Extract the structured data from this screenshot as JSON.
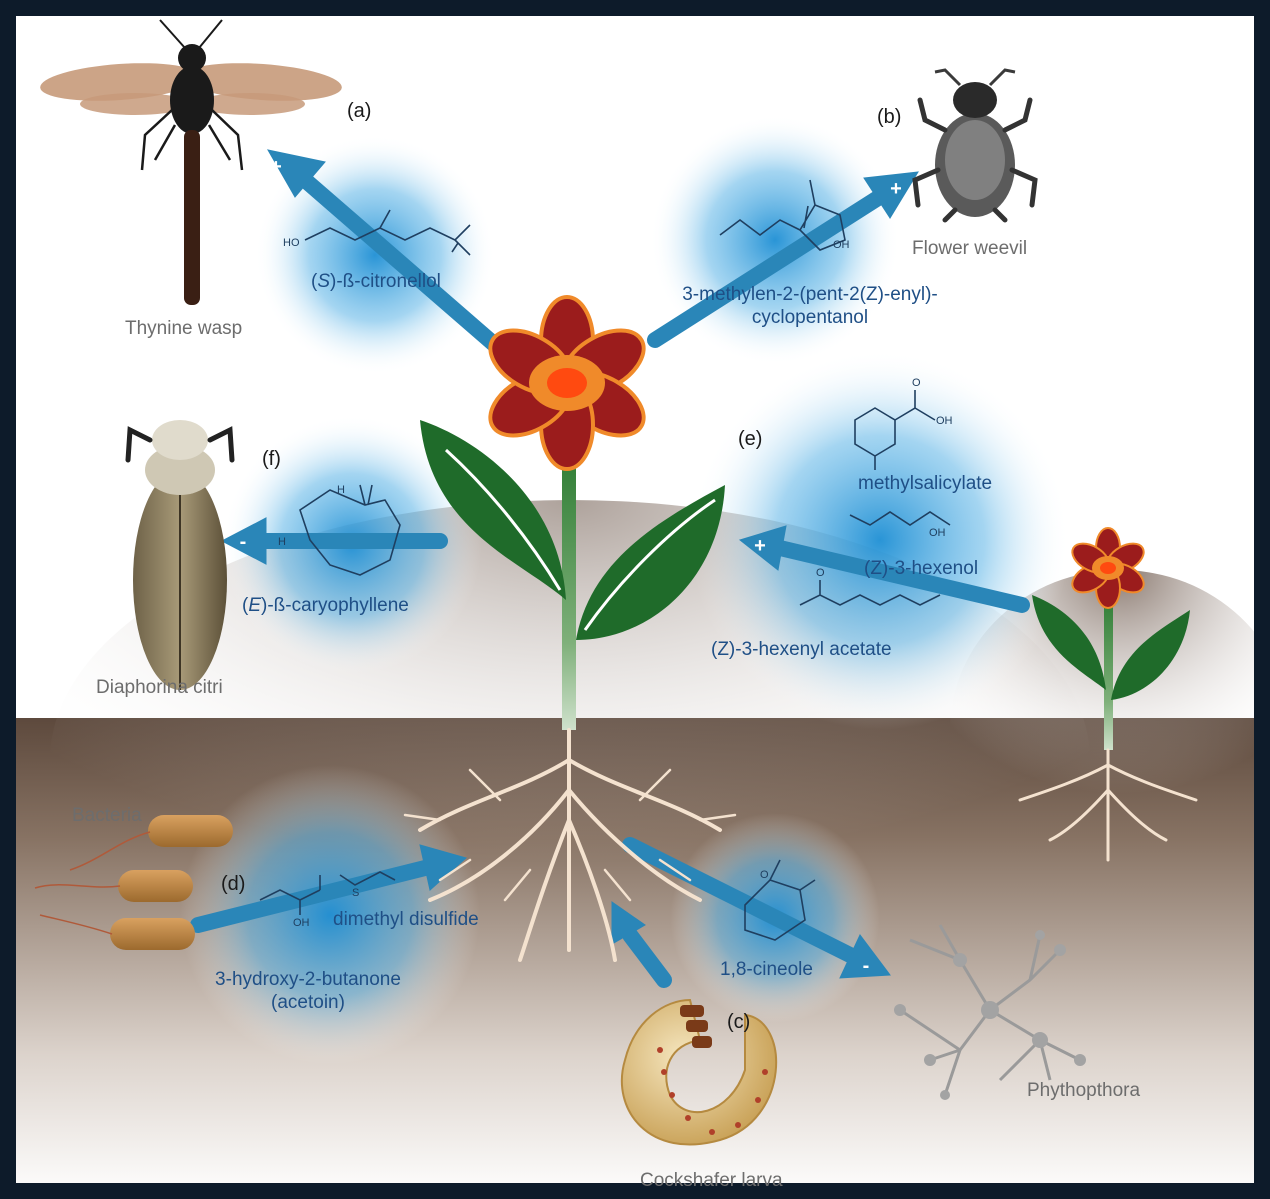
{
  "organisms": {
    "wasp": "Thynine wasp",
    "weevil": "Flower weevil",
    "psyllid": "Diaphorina citri",
    "bacteria": "Bacteria",
    "larva": "Cockshafer larva",
    "oomycete": "Phythopthora"
  },
  "panels": {
    "a": "(a)",
    "b": "(b)",
    "c": "(c)",
    "d": "(d)",
    "e": "(e)",
    "f": "(f)"
  },
  "compounds": {
    "citronellol_prefix": "(",
    "citronellol_italic": "S",
    "citronellol_suffix": ")-ß-citronellol",
    "cyclopentanol_line1": "3-methylen-2-(pent-2(Z)-enyl)-",
    "cyclopentanol_line2": "cyclopentanol",
    "caryophyllene_prefix": "(",
    "caryophyllene_italic": "E",
    "caryophyllene_suffix": ")-ß-caryophyllene",
    "methylsalicylate": "methylsalicylate",
    "hexenol": "(Z)-3-hexenol",
    "hexenyl_acetate": "(Z)-3-hexenyl acetate",
    "dimethyl_disulfide": "dimethyl disulfide",
    "acetoin_line1": "3-hydroxy-2-butanone",
    "acetoin_line2": "(acetoin)",
    "cineole": "1,8-cineole"
  },
  "effects": {
    "a": "+",
    "b": "+",
    "e": "+",
    "f": "-",
    "c": "-"
  },
  "atoms": {
    "ho": "HO",
    "oh": "OH",
    "o": "O",
    "h": "H",
    "s": "S"
  },
  "colors": {
    "arrow": "#2a86b8",
    "glow": "#1e90d0",
    "petal": "#9b1c1c",
    "flower_center": "#f07a1a",
    "leaf": "#1f6b2a",
    "soil": "#4a3426",
    "frame": "#0d1b2a"
  }
}
